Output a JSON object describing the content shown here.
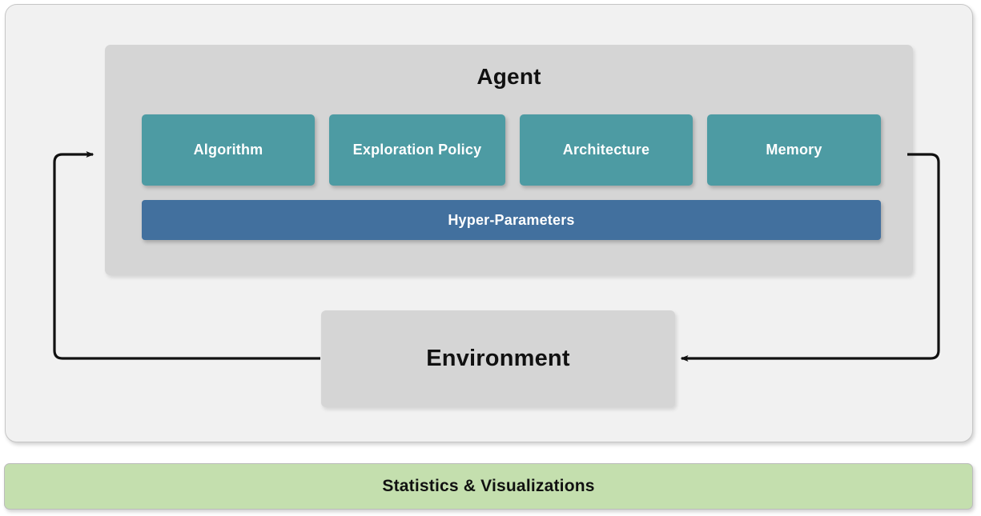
{
  "diagram": {
    "title": "Reinforcement Learning Agent-Environment Loop",
    "colors": {
      "frame_background": "#f1f1f1",
      "frame_border": "#c6c6c6",
      "panel_background": "#d5d5d5",
      "component_teal": "#4d9ba3",
      "hyper_blue": "#42709e",
      "stats_green": "#c4dfae",
      "arrow_stroke": "#111111",
      "label_light": "#ffffff",
      "label_dark": "#111111"
    }
  },
  "agent": {
    "title": "Agent",
    "components": [
      {
        "label": "Algorithm"
      },
      {
        "label": "Exploration Policy"
      },
      {
        "label": "Architecture"
      },
      {
        "label": "Memory"
      }
    ],
    "hyper_parameters": {
      "label": "Hyper-Parameters"
    }
  },
  "environment": {
    "label": "Environment"
  },
  "statistics": {
    "label": "Statistics & Visualizations"
  },
  "arrows": [
    {
      "name": "environment-to-agent",
      "from": "Environment",
      "to": "Agent",
      "direction": "left-loop-up",
      "arrowhead": "right"
    },
    {
      "name": "agent-to-environment",
      "from": "Agent",
      "to": "Environment",
      "direction": "right-loop-down",
      "arrowhead": "left"
    }
  ]
}
